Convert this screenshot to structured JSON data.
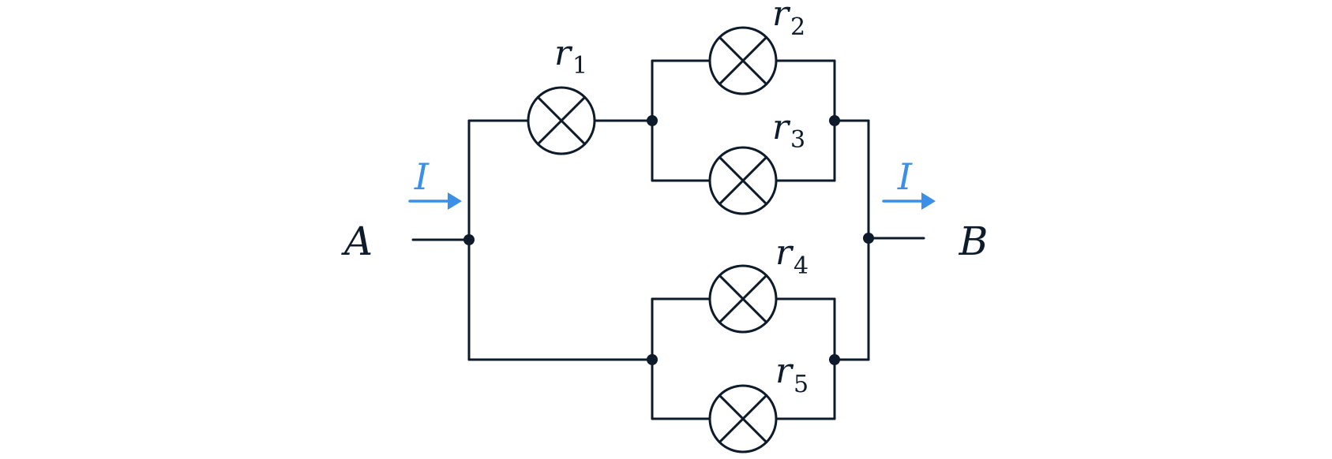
{
  "colors": {
    "wire": "#0d1b2a",
    "current": "#3b8fe8",
    "background": "#ffffff"
  },
  "terminals": {
    "left": "A",
    "right": "B"
  },
  "current": {
    "left_label": "I",
    "right_label": "I"
  },
  "lamps": [
    {
      "symbol": "r",
      "index": "1"
    },
    {
      "symbol": "r",
      "index": "2"
    },
    {
      "symbol": "r",
      "index": "3"
    },
    {
      "symbol": "r",
      "index": "4"
    },
    {
      "symbol": "r",
      "index": "5"
    }
  ]
}
